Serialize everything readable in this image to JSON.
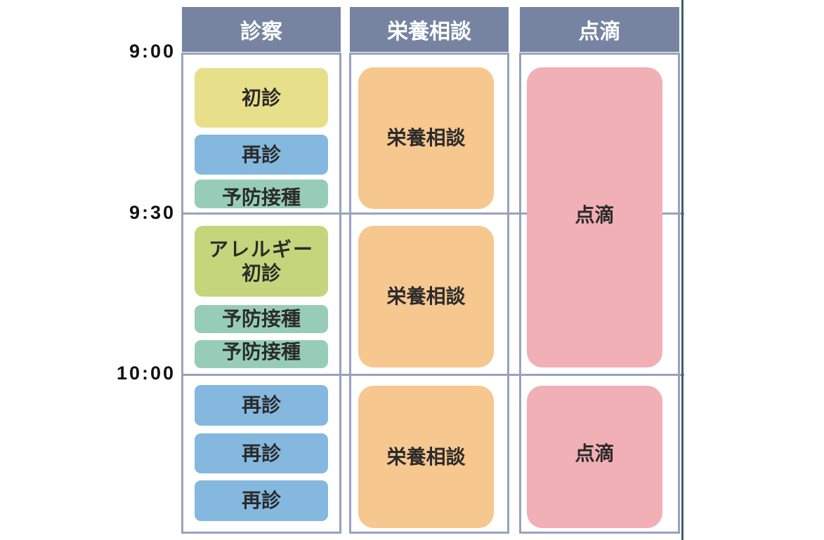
{
  "times": [
    "9:00",
    "9:30",
    "10:00"
  ],
  "columns": [
    {
      "label": "診察"
    },
    {
      "label": "栄養相談"
    },
    {
      "label": "点滴"
    }
  ],
  "colors": {
    "header": "#7684a2",
    "border": "#97a3bc",
    "shoshin": "#e8df8a",
    "saishin": "#85b8df",
    "yobo": "#97cdb8",
    "allergy": "#c5d57b",
    "eiyo": "#f6c78f",
    "tenteki": "#f1afb6"
  },
  "shinsatsu_blocks": [
    {
      "label": "初診",
      "type": "shoshin"
    },
    {
      "label": "再診",
      "type": "saishin"
    },
    {
      "label": "予防接種",
      "type": "yobo"
    },
    {
      "label": "アレルギー\n初診",
      "line1": "アレルギー",
      "line2": "初診",
      "type": "allergy"
    },
    {
      "label": "予防接種",
      "type": "yobo"
    },
    {
      "label": "予防接種",
      "type": "yobo"
    },
    {
      "label": "再診",
      "type": "saishin"
    },
    {
      "label": "再診",
      "type": "saishin"
    },
    {
      "label": "再診",
      "type": "saishin"
    }
  ],
  "eiyo_blocks": [
    {
      "label": "栄養相談"
    },
    {
      "label": "栄養相談"
    },
    {
      "label": "栄養相談"
    }
  ],
  "tenteki_blocks": [
    {
      "label": "点滴"
    },
    {
      "label": "点滴"
    }
  ]
}
